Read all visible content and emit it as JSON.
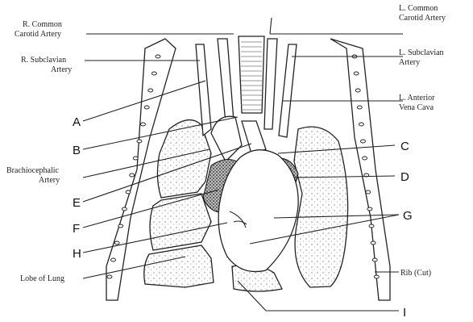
{
  "diagram": {
    "labels_left": [
      {
        "id": "r_common_carotid_1",
        "text": "R. Common"
      },
      {
        "id": "r_common_carotid_2",
        "text": "Carotid Artery"
      },
      {
        "id": "r_subclavian_1",
        "text": "R. Subclavian"
      },
      {
        "id": "r_subclavian_2",
        "text": "Artery"
      },
      {
        "id": "brachio_1",
        "text": "Brachiocephalic"
      },
      {
        "id": "brachio_2",
        "text": "Artery"
      },
      {
        "id": "lobe",
        "text": "Lobe of Lung"
      }
    ],
    "labels_right": [
      {
        "id": "l_common_carotid_1",
        "text": "L. Common"
      },
      {
        "id": "l_common_carotid_2",
        "text": "Carotid Artery"
      },
      {
        "id": "l_subclavian_1",
        "text": "L. Subclavian"
      },
      {
        "id": "l_subclavian_2",
        "text": "Artery"
      },
      {
        "id": "l_ant_vena_1",
        "text": "L. Anterior"
      },
      {
        "id": "l_ant_vena_2",
        "text": "Vena Cava"
      },
      {
        "id": "rib",
        "text": "Rib (Cut)"
      }
    ],
    "letters": [
      "A",
      "B",
      "C",
      "D",
      "E",
      "F",
      "G",
      "H",
      "I"
    ]
  }
}
